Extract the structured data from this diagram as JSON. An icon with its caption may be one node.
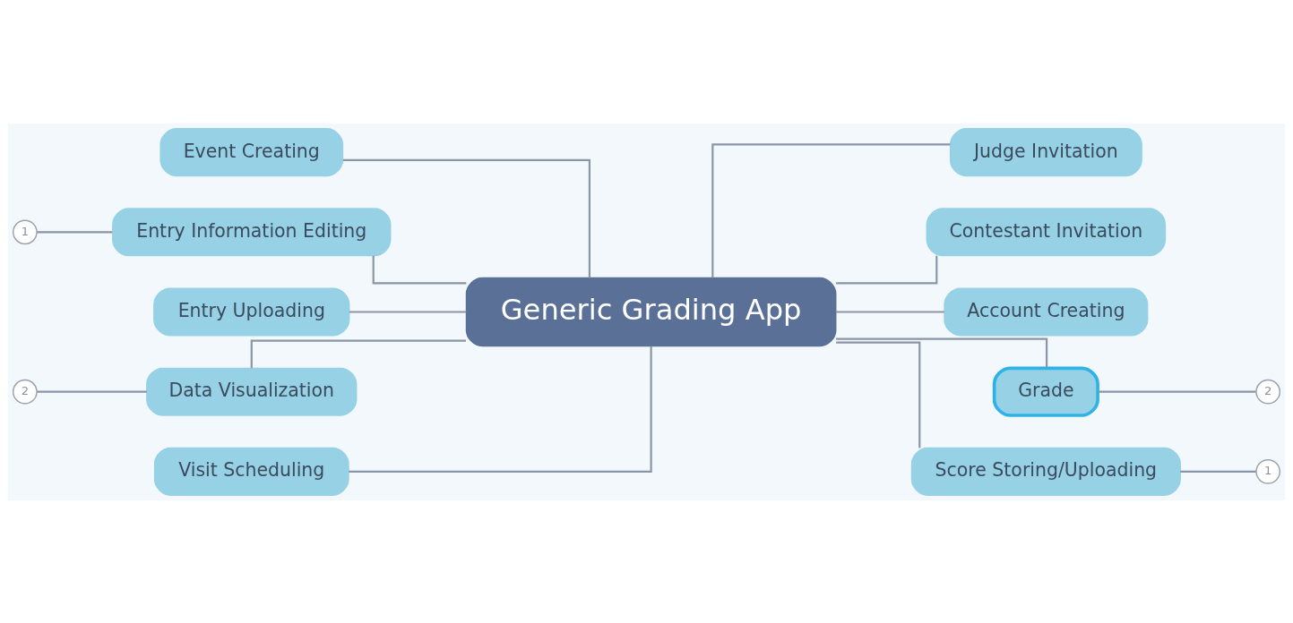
{
  "diagram": {
    "nodes": [
      {
        "text": [
          "Generic Grading App"
        ]
      },
      {
        "text": [
          "Event Creating"
        ]
      },
      {
        "text": [
          "Entry Information Editing"
        ]
      },
      {
        "text": [
          "Entry Uploading"
        ]
      },
      {
        "text": [
          "Data Visualization"
        ]
      },
      {
        "text": [
          "Visit Scheduling"
        ]
      },
      {
        "text": [
          "Judge Invitation"
        ]
      },
      {
        "text": [
          "Contestant Invitation"
        ]
      },
      {
        "text": [
          "Account Creating"
        ]
      },
      {
        "text": [
          "Grade"
        ]
      },
      {
        "text": [
          "Score Storing/Uploading"
        ]
      },
      {
        "text": [
          "1"
        ]
      },
      {
        "text": [
          "2"
        ]
      },
      {
        "text": [
          "2"
        ]
      },
      {
        "text": [
          "1"
        ]
      }
    ],
    "edges": [
      {
        "from": 0,
        "to": 1,
        "arrow": "none"
      },
      {
        "from": 0,
        "to": 2,
        "arrow": "none"
      },
      {
        "from": 0,
        "to": 3,
        "arrow": "none"
      },
      {
        "from": 0,
        "to": 4,
        "arrow": "none"
      },
      {
        "from": 0,
        "to": 5,
        "arrow": "none"
      },
      {
        "from": 0,
        "to": 6,
        "arrow": "none"
      },
      {
        "from": 0,
        "to": 7,
        "arrow": "none"
      },
      {
        "from": 0,
        "to": 8,
        "arrow": "none"
      },
      {
        "from": 0,
        "to": 9,
        "arrow": "none"
      },
      {
        "from": 0,
        "to": 10,
        "arrow": "none"
      },
      {
        "from": 2,
        "to": 11,
        "arrow": "none"
      },
      {
        "from": 4,
        "to": 12,
        "arrow": "none"
      },
      {
        "from": 9,
        "to": 13,
        "arrow": "none"
      },
      {
        "from": 10,
        "to": 14,
        "arrow": "none"
      }
    ]
  }
}
